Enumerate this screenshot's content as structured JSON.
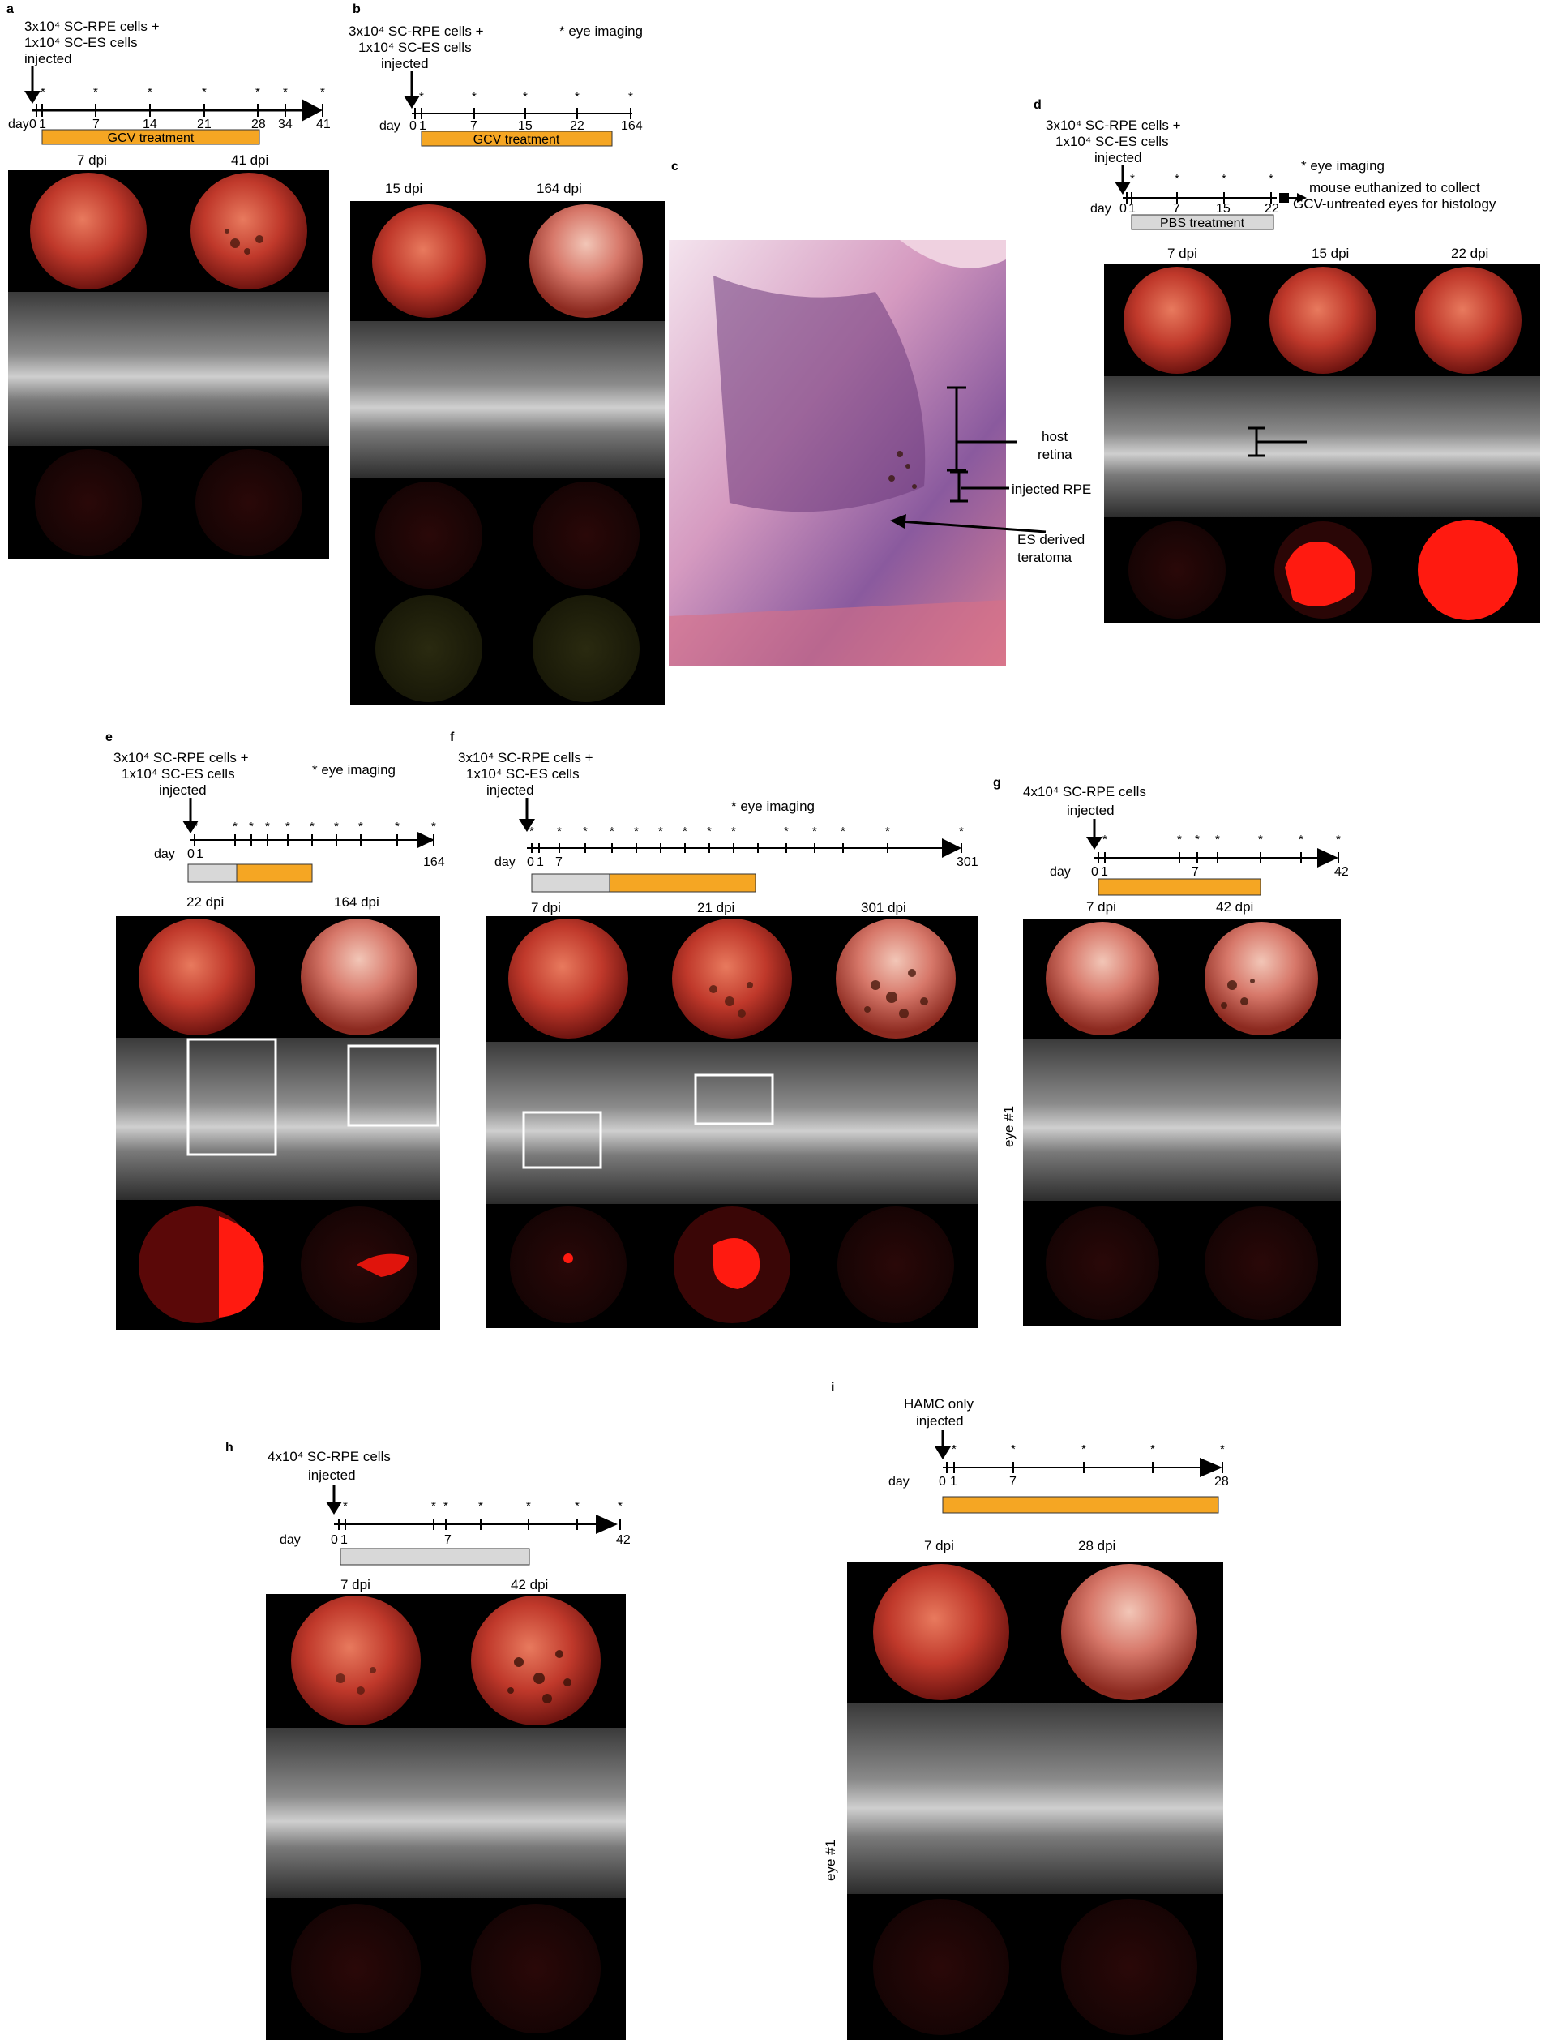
{
  "colors": {
    "ganciclovir": "#f5a623",
    "vehicle": "#d8d8d8",
    "fundus_red": "#c0392b",
    "oct_gray": "#9a9a9a",
    "fluor_dark": "#1a0505",
    "fluor_bright": "#ff1a10",
    "histology_pink": "#e7a9c4",
    "histology_purple": "#6d3a7c"
  },
  "panels": {
    "a": {
      "label": "a",
      "injection": [
        "3x10⁴ SC-RPE cells +",
        "1x10⁴ SC-ES cells",
        "injected"
      ],
      "day_label": "day",
      "ticks": [
        "0",
        "1",
        "7",
        "14",
        "21",
        "28",
        "34",
        "41"
      ],
      "treatment": "GCV treatment",
      "timepoints": [
        "7 dpi",
        "41 dpi"
      ]
    },
    "b": {
      "label": "b",
      "injection": [
        "3x10⁴ SC-RPE cells +",
        "1x10⁴ SC-ES cells",
        "injected"
      ],
      "note": "* eye imaging",
      "day_label": "day",
      "ticks": [
        "0",
        "1",
        "7",
        "15",
        "22",
        "164"
      ],
      "treatment": "GCV treatment",
      "timepoints": [
        "15 dpi",
        "164 dpi"
      ]
    },
    "c": {
      "label": "c",
      "annotations": [
        "host",
        "retina",
        "injected RPE",
        "ES derived",
        "teratoma"
      ]
    },
    "d": {
      "label": "d",
      "injection": [
        "3x10⁴ SC-RPE cells +",
        "1x10⁴ SC-ES cells",
        "injected"
      ],
      "note": "* eye imaging",
      "note2": [
        "mouse euthanized to collect",
        "GCV-untreated eyes for histology"
      ],
      "day_label": "day",
      "ticks": [
        "0",
        "1",
        "7",
        "15",
        "22"
      ],
      "treatment": "PBS treatment",
      "timepoints": [
        "7 dpi",
        "15 dpi",
        "22 dpi"
      ]
    },
    "e": {
      "label": "e",
      "injection": [
        "3x10⁴ SC-RPE cells +",
        "1x10⁴ SC-ES cells",
        "injected"
      ],
      "note": "* eye imaging",
      "day_label": "day",
      "ticks": [
        "0",
        "1",
        "164"
      ],
      "timepoints": [
        "22 dpi",
        "164 dpi"
      ]
    },
    "f": {
      "label": "f",
      "injection": [
        "3x10⁴ SC-RPE cells +",
        "1x10⁴ SC-ES cells",
        "injected"
      ],
      "note": "* eye imaging",
      "day_label": "day",
      "ticks": [
        "0",
        "1",
        "7",
        "301"
      ],
      "timepoints": [
        "7 dpi",
        "21 dpi",
        "301 dpi"
      ]
    },
    "g": {
      "label": "g",
      "injection": [
        "4x10⁴ SC-RPE cells",
        "injected"
      ],
      "day_label": "day",
      "ticks": [
        "0",
        "1",
        "7",
        "42"
      ],
      "timepoints": [
        "7 dpi",
        "42 dpi"
      ],
      "eye": "eye #1"
    },
    "h": {
      "label": "h",
      "injection": [
        "4x10⁴ SC-RPE cells",
        "injected"
      ],
      "day_label": "day",
      "ticks": [
        "0",
        "1",
        "7",
        "42"
      ],
      "timepoints": [
        "7 dpi",
        "42 dpi"
      ]
    },
    "i": {
      "label": "i",
      "injection": [
        "HAMC only",
        "injected"
      ],
      "day_label": "day",
      "ticks": [
        "0",
        "1",
        "7",
        "28"
      ],
      "timepoints": [
        "7 dpi",
        "28 dpi"
      ],
      "eye": "eye #1"
    }
  }
}
